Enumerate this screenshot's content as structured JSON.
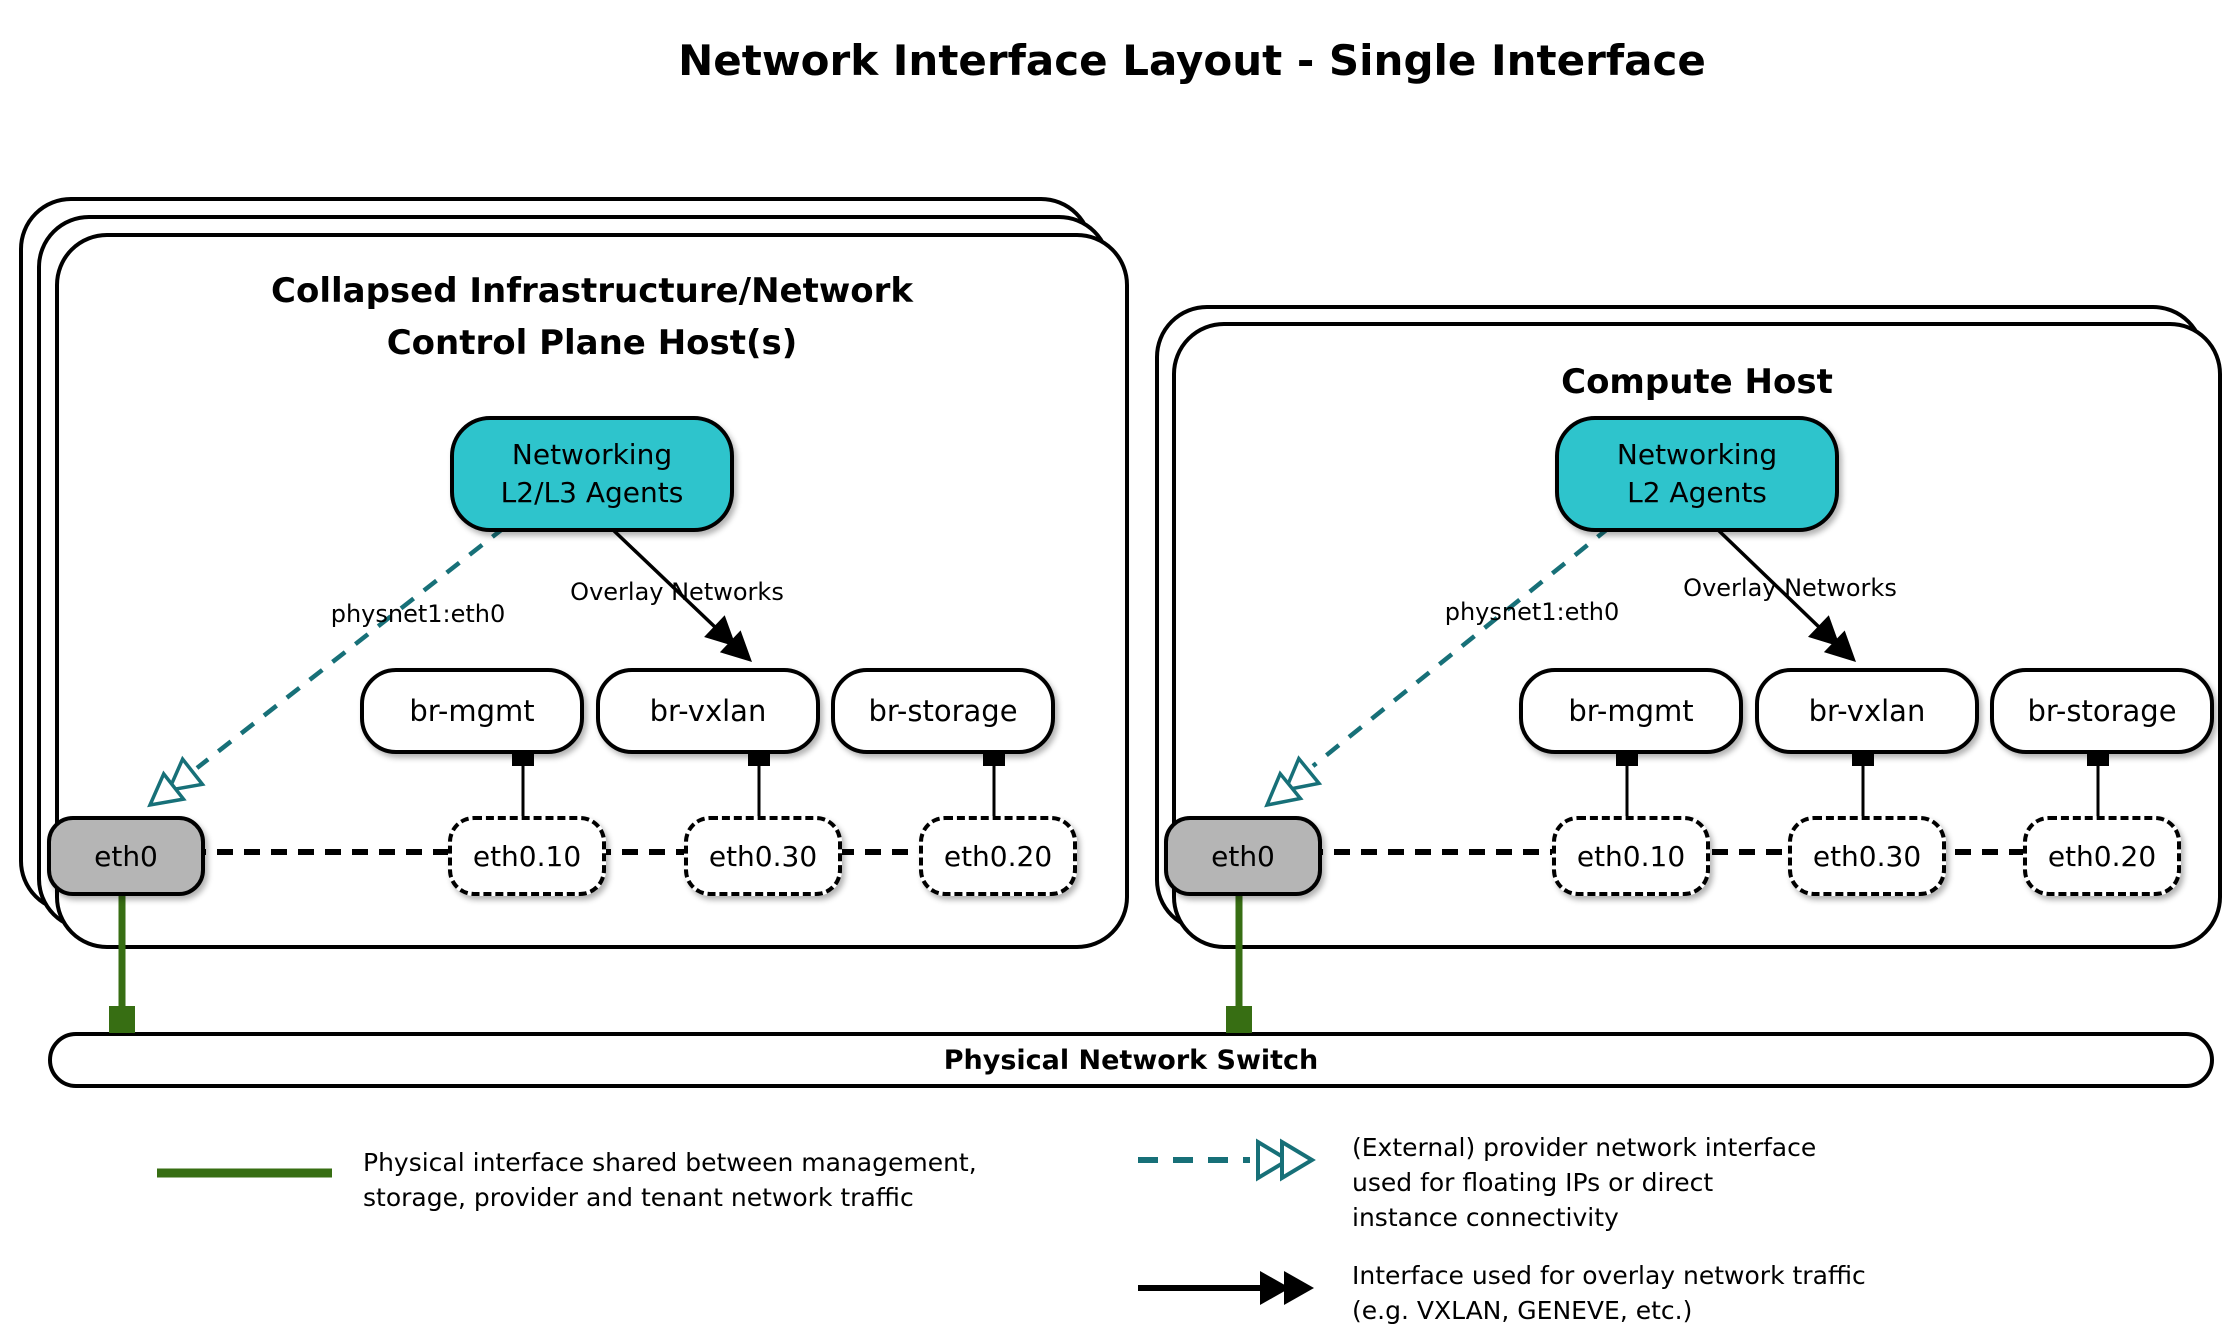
{
  "title": "Network Interface Layout - Single Interface",
  "hosts": [
    {
      "title_line1": "Collapsed Infrastructure/Network",
      "title_line2": "Control Plane Host(s)",
      "agent_line1": "Networking",
      "agent_line2": "L2/L3 Agents",
      "provider_label": "physnet1:eth0",
      "overlay_label": "Overlay Networks",
      "bridges": [
        "br-mgmt",
        "br-vxlan",
        "br-storage"
      ],
      "vlans": [
        "eth0.10",
        "eth0.30",
        "eth0.20"
      ],
      "interface": "eth0"
    },
    {
      "title_line1": "Compute Host",
      "agent_line1": "Networking",
      "agent_line2": "L2 Agents",
      "provider_label": "physnet1:eth0",
      "overlay_label": "Overlay Networks",
      "bridges": [
        "br-mgmt",
        "br-vxlan",
        "br-storage"
      ],
      "vlans": [
        "eth0.10",
        "eth0.30",
        "eth0.20"
      ],
      "interface": "eth0"
    }
  ],
  "switch": {
    "label": "Physical Network Switch"
  },
  "legend": {
    "physical": {
      "line1": "Physical interface shared between management,",
      "line2": "storage, provider and tenant network traffic"
    },
    "provider": {
      "line1": "(External) provider network interface",
      "line2": "used for floating IPs or direct",
      "line3": "instance connectivity"
    },
    "overlay": {
      "line1": "Interface used for overlay network traffic",
      "line2": "(e.g. VXLAN, GENEVE, etc.)"
    }
  },
  "colors": {
    "agent_fill": "#2ec4cc",
    "provider_arrow": "#177078",
    "physical_link": "#376e13",
    "interface_fill": "#b5b5b5",
    "line": "#000000"
  }
}
